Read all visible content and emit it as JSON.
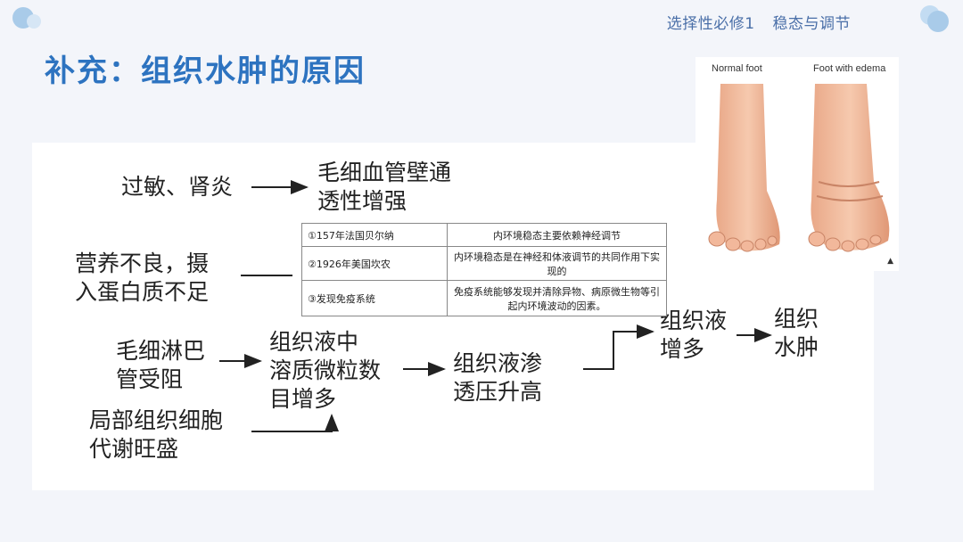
{
  "header": {
    "course": "选择性必修1",
    "chapter": "稳态与调节"
  },
  "slide": {
    "title": "补充：组织水肿的原因"
  },
  "figure": {
    "caption_left": "Normal foot",
    "caption_right": "Foot with edema",
    "watermark": "▲"
  },
  "diagram": {
    "cause_allergy": [
      "过敏、肾炎"
    ],
    "result_permeability": [
      "毛细血管壁通",
      "透性增强"
    ],
    "cause_malnutrition": [
      "营养不良，摄",
      "入蛋白质不足"
    ],
    "cause_lymph": [
      "毛细淋巴",
      "管受阻"
    ],
    "cause_metabolism": [
      "局部组织细胞",
      "代谢旺盛"
    ],
    "mid_solutes": [
      "组织液中",
      "溶质微粒数",
      "目增多"
    ],
    "mid_osmotic": [
      "组织液渗",
      "透压升高"
    ],
    "result_fluid": [
      "组织液",
      "增多"
    ],
    "result_edema": [
      "组织",
      "水肿"
    ]
  },
  "history_table": [
    {
      "event": "①157年法国贝尔纳",
      "finding": "内环境稳态主要依赖神经调节"
    },
    {
      "event": "②1926年美国坎农",
      "finding": "内环境稳态是在神经和体液调节的共同作用下实现的"
    },
    {
      "event": "③发现免疫系统",
      "finding": "免疫系统能够发现并清除异物、病原微生物等引起内环境波动的因素。"
    }
  ],
  "colors": {
    "title": "#2d73c0",
    "header": "#4a6fa8",
    "accent_circle": "#a9cbe9"
  }
}
